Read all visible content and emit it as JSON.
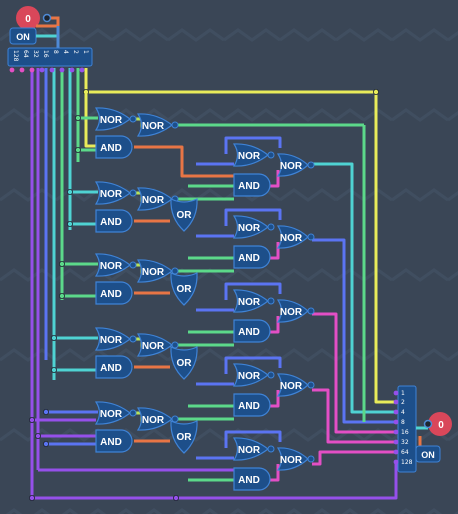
{
  "colors": {
    "background": "#3a4656",
    "gate_fill": "#1d4f8a",
    "gate_stroke": "#3f83d6",
    "wire_yellow": "#e9ec5a",
    "wire_green": "#5cd98a",
    "wire_cyan": "#4fd3d3",
    "wire_blue": "#5b74f2",
    "wire_purple": "#9550ea",
    "wire_magenta": "#e34fc5",
    "wire_orange": "#e87545",
    "wire_lime": "#b8e35a",
    "input_red": "#d9475a"
  },
  "gate_labels": {
    "nor": "NOR",
    "and": "AND",
    "or": "OR"
  },
  "input_switch": {
    "value": "0",
    "toggle_label": "ON"
  },
  "output_switch": {
    "value": "0",
    "toggle_label": "ON"
  },
  "input_splitter": {
    "pins": [
      "128",
      "64",
      "32",
      "16",
      "8",
      "4",
      "2",
      "1"
    ]
  },
  "output_splitter": {
    "pins": [
      "1",
      "2",
      "4",
      "8",
      "16",
      "32",
      "64",
      "128"
    ]
  }
}
